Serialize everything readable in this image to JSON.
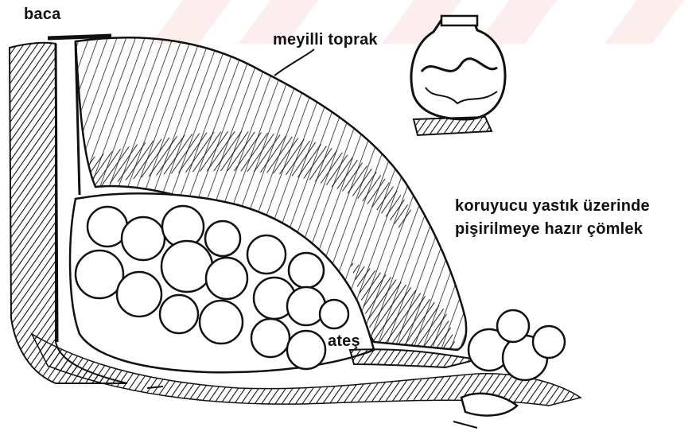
{
  "labels": {
    "chimney": "baca",
    "sloped_soil": "meyilli toprak",
    "pots_line1": "koruyucu yastık üzerinde",
    "pots_line2": "pişirilmeye hazır çömlek",
    "fire": "ateş"
  },
  "colors": {
    "ink": "#111111",
    "paper": "#ffffff",
    "watermark": "#fbe3e3"
  }
}
